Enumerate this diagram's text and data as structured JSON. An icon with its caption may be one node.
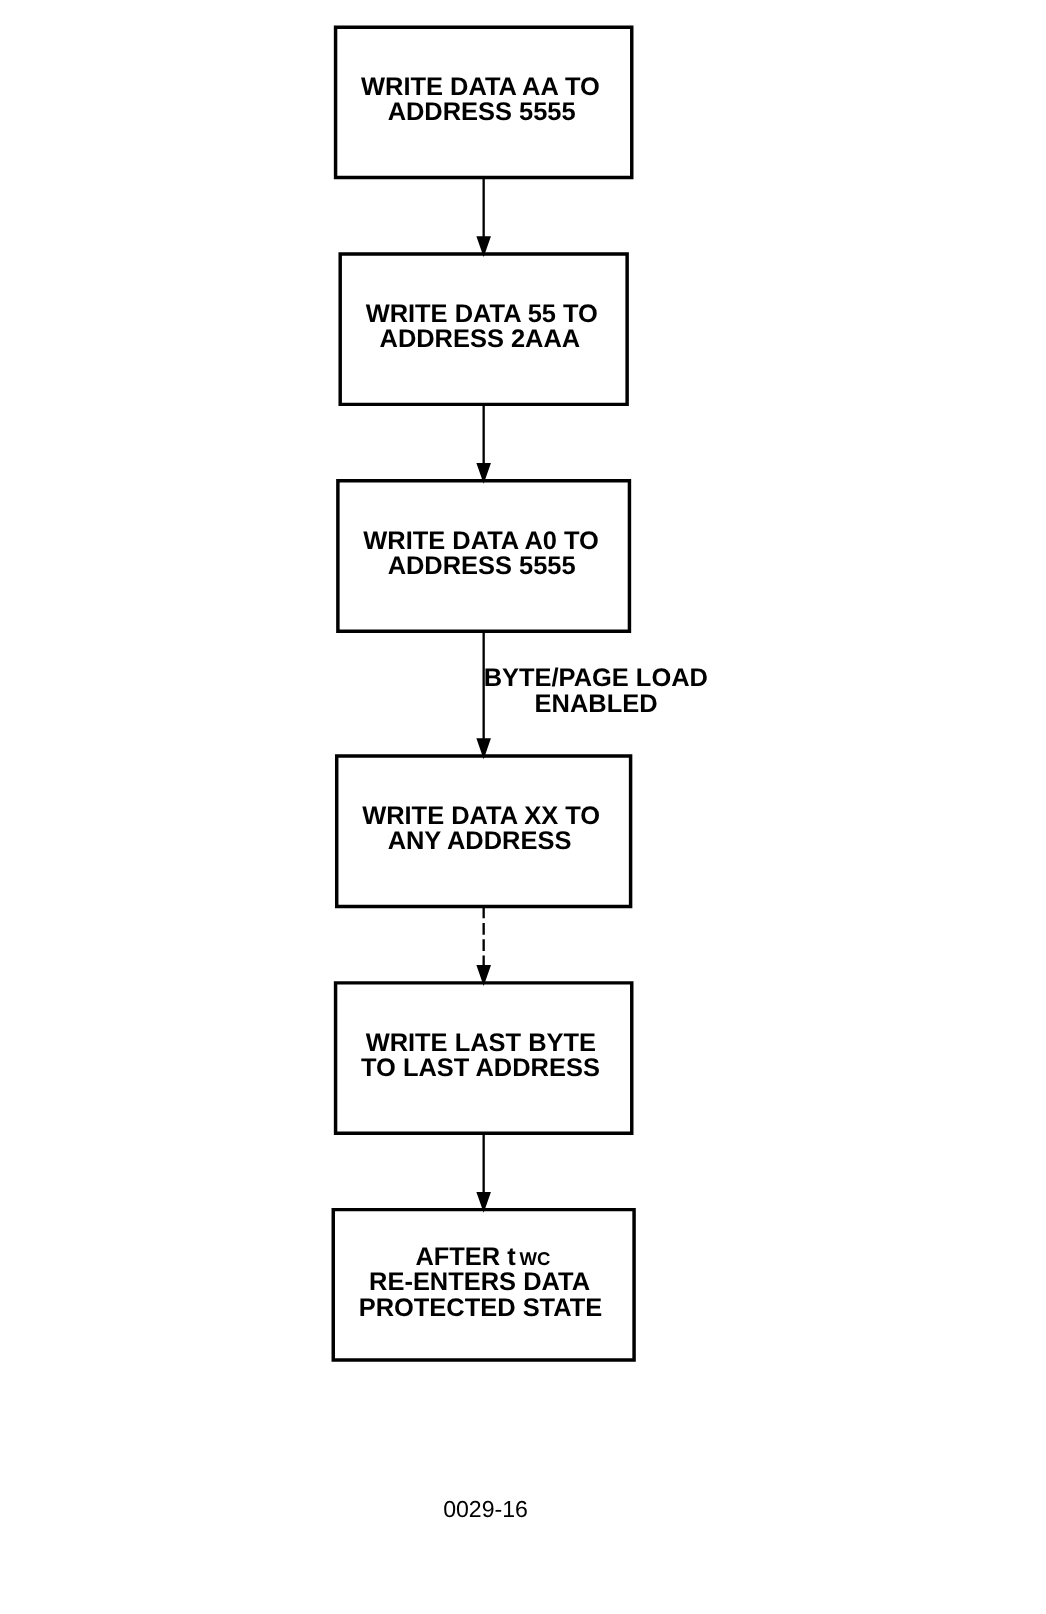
{
  "diagram": {
    "nodes": [
      {
        "text": [
          "WRITE DATA AA TO ADDRESS 5555"
        ]
      },
      {
        "text": [
          "WRITE DATA 55 TO ADDRESS 2AAA"
        ]
      },
      {
        "text": [
          "WRITE DATA A0 TO ADDRESS 5555"
        ]
      },
      {
        "text": [
          "WRITE DATA XX TO ANY ADDRESS"
        ]
      },
      {
        "text": [
          "WRITE LAST BYTE TO LAST ADDRESS"
        ]
      },
      {
        "text": [
          "AFTER t$_{WC}$ RE-ENTERS DATA PROTECTED STATE"
        ]
      }
    ],
    "edges": [
      {
        "from": 0,
        "to": 1,
        "arrow": "to"
      },
      {
        "from": 1,
        "to": 2,
        "arrow": "to"
      },
      {
        "from": 2,
        "to": 3,
        "arrow": "to",
        "label": "BYTE/PAGE LOAD ENABLED"
      },
      {
        "from": 3,
        "to": 4,
        "arrow": "to",
        "style": "dashed"
      },
      {
        "from": 4,
        "to": 5,
        "arrow": "to"
      }
    ],
    "labels": [
      "0029-16"
    ]
  }
}
